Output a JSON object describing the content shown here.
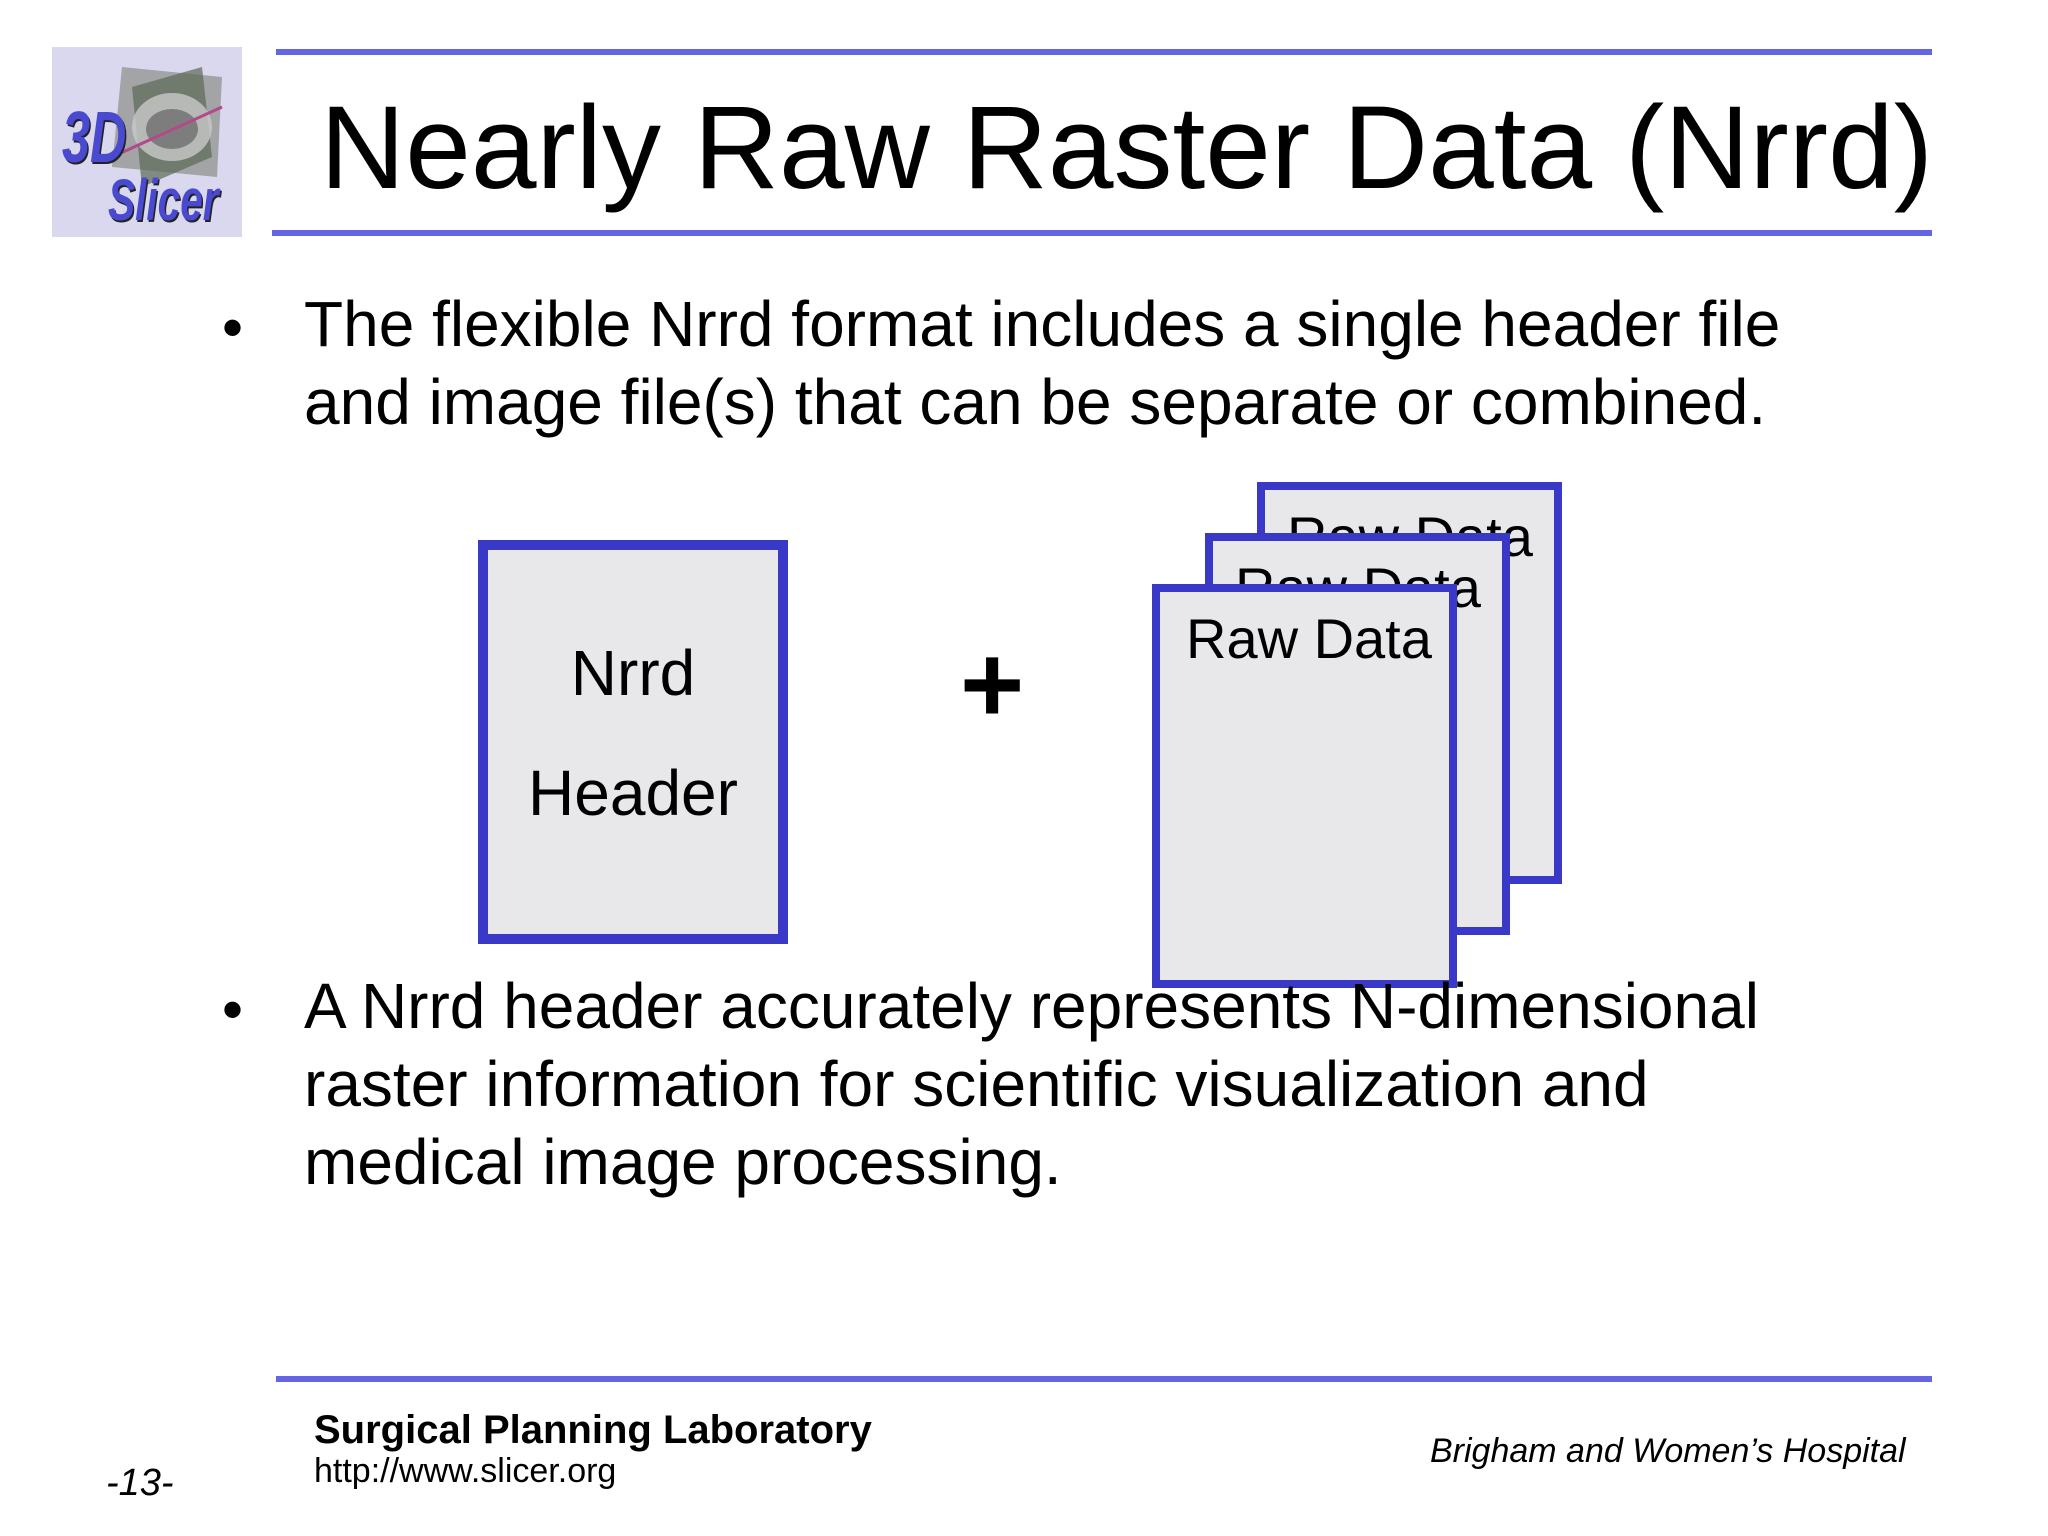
{
  "logo": {
    "line1": "3D",
    "line2": "Slicer"
  },
  "slide": {
    "title": "Nearly Raw Raster Data (Nrrd)",
    "bullets": [
      {
        "marker": "•",
        "lines": [
          "The flexible Nrrd format includes a single header file",
          "and image file(s) that can be separate or combined."
        ]
      },
      {
        "marker": "•",
        "lines": [
          "A Nrrd header accurately represents N-dimensional",
          "raster information for scientific visualization and",
          "medical image processing."
        ]
      }
    ]
  },
  "diagram": {
    "header_box": {
      "line1": "Nrrd",
      "line2": "Header"
    },
    "plus": "+",
    "raw_data_boxes": [
      "Raw Data",
      "Raw Data",
      "Raw Data"
    ]
  },
  "footer": {
    "lab_name": "Surgical Planning Laboratory",
    "url": "http://www.slicer.org",
    "hospital": "Brigham and Women’s Hospital",
    "page_number": "-13-"
  },
  "colors": {
    "accent_rule": "#6464e6",
    "box_border": "#3a38c6",
    "box_fill": "#e8e7ea"
  }
}
